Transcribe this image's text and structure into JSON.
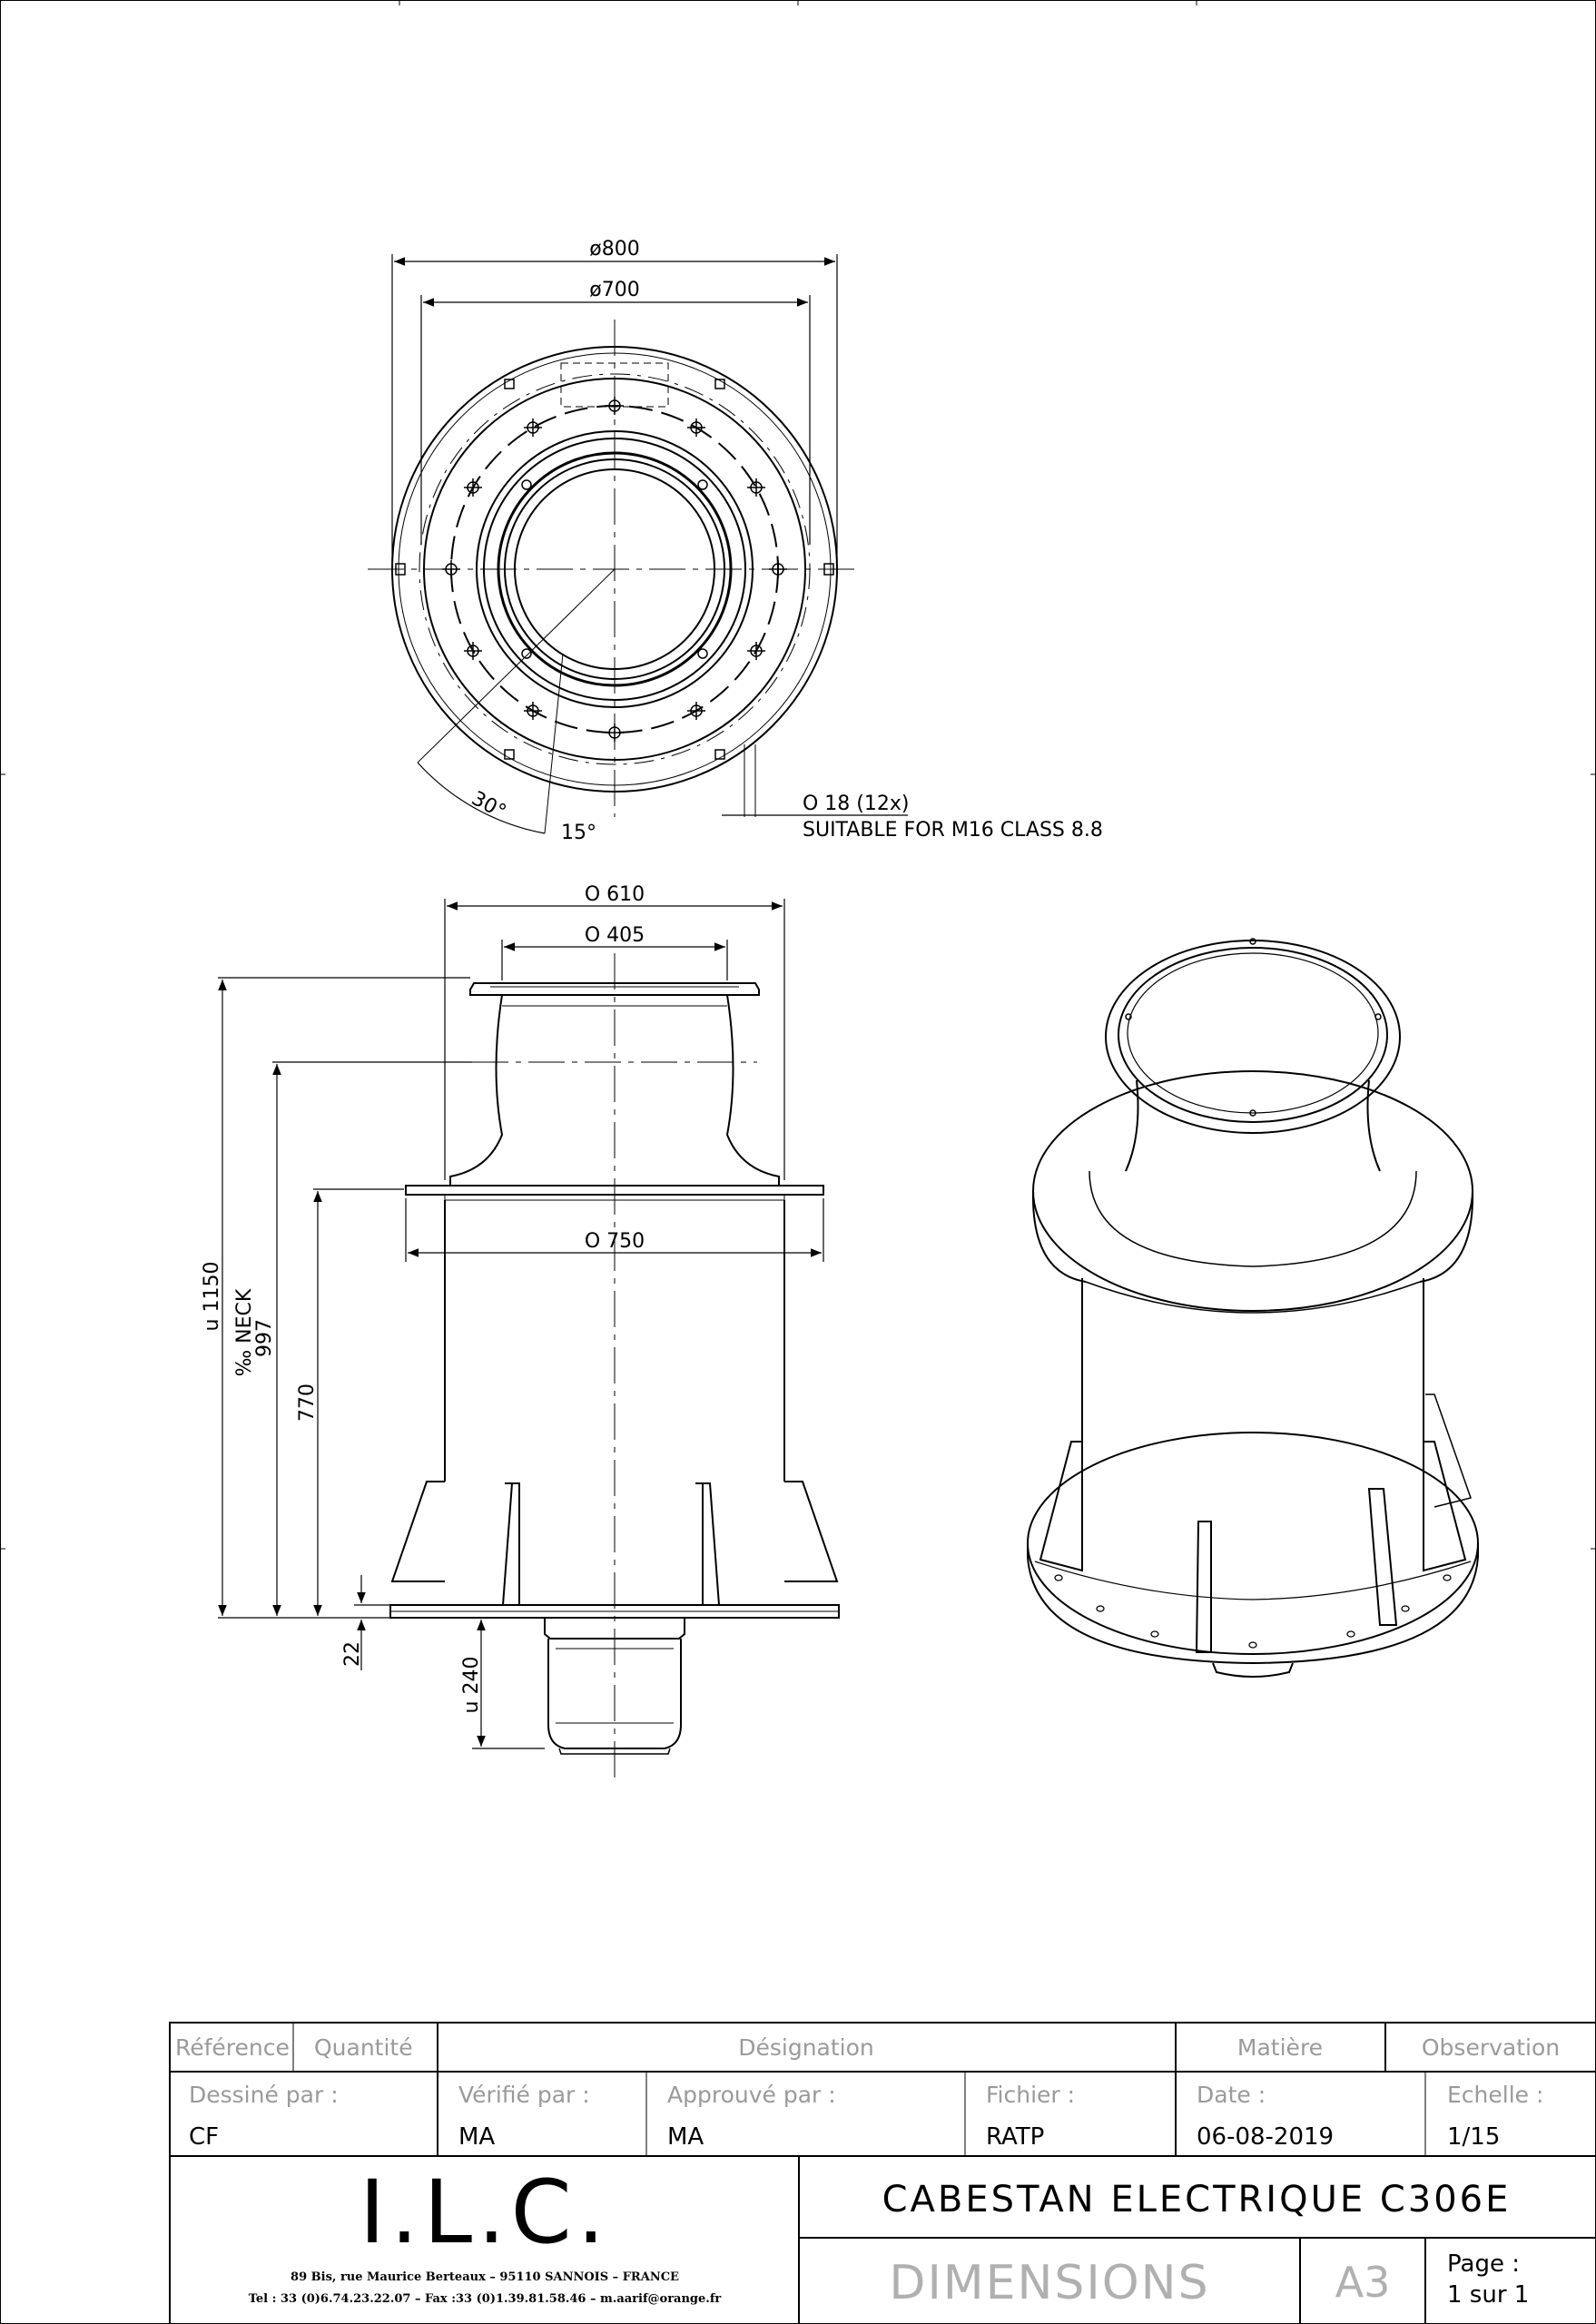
{
  "drawing": {
    "top_view": {
      "dia_outer": "ø800",
      "dia_inner": "ø700",
      "angle_a": "30°",
      "angle_b": "15°",
      "hole_note_1": "O 18 (12x)",
      "hole_note_2": "SUITABLE FOR M16 CLASS 8.8"
    },
    "side_view": {
      "dia_610": "O 610",
      "dia_405": "O 405",
      "dia_750": "O 750",
      "h_1150": "u 1150",
      "h_neck_1": "‰ NECK",
      "h_neck_2": "997",
      "h_770": "770",
      "h_22": "22",
      "h_240": "u 240"
    }
  },
  "title_block": {
    "headers": {
      "reference": "Référence",
      "quantity": "Quantité",
      "designation": "Désignation",
      "material": "Matière",
      "observation": "Observation"
    },
    "fields": {
      "drawn_by_label": "Dessiné par :",
      "drawn_by": "CF",
      "checked_by_label": "Vérifié par :",
      "checked_by": "MA",
      "approved_by_label": "Approuvé par :",
      "approved_by": "MA",
      "file_label": "Fichier :",
      "file": "RATP",
      "date_label": "Date :",
      "date": "06-08-2019",
      "scale_label": "Echelle :",
      "scale": "1/15"
    },
    "company": {
      "logo": "I.L.C.",
      "address_1": "89 Bis, rue Maurice Berteaux – 95110 SANNOIS – FRANCE",
      "address_2": "Tel : 33 (0)6.74.23.22.07 – Fax :33 (0)1.39.81.58.46 – m.aarif@orange.fr"
    },
    "title": "CABESTAN ELECTRIQUE C306E",
    "subtitle": "DIMENSIONS",
    "format": "A3",
    "page_label": "Page :",
    "page_value": "1 sur 1"
  }
}
